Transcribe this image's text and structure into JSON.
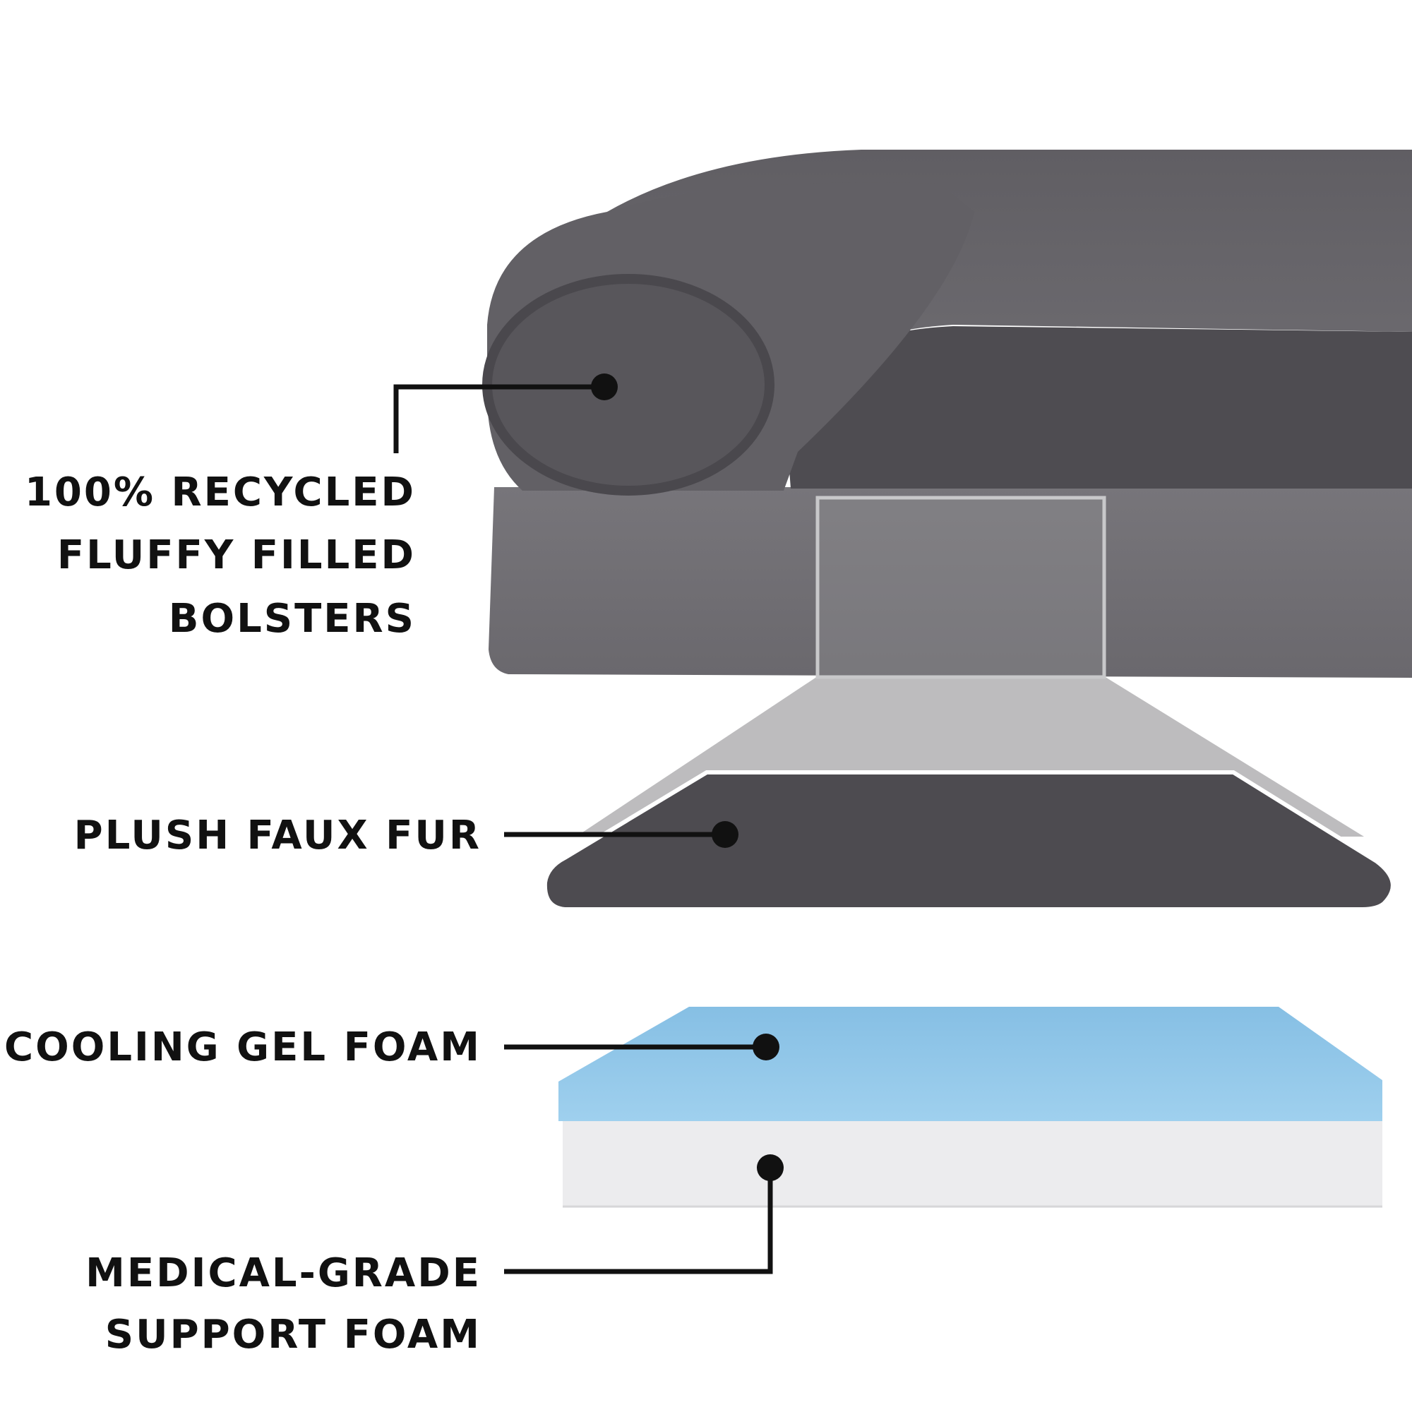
{
  "labels": {
    "bolsters": [
      "100% RECYCLED",
      "FLUFFY FILLED",
      "BOLSTERS"
    ],
    "faux_fur": "PLUSH FAUX FUR",
    "gel_foam": "COOLING GEL FOAM",
    "support_foam": [
      "MEDICAL-GRADE",
      "SUPPORT FOAM"
    ]
  },
  "colors": {
    "bed_gray": "#5f5d62",
    "bolster_gray": "#66646a",
    "fur_dark": "#4a484d",
    "gel_blue": "#8cc3e6",
    "support_white": "#ececee",
    "callout": "#111111",
    "zoom_cone": "#bdbcbe"
  }
}
